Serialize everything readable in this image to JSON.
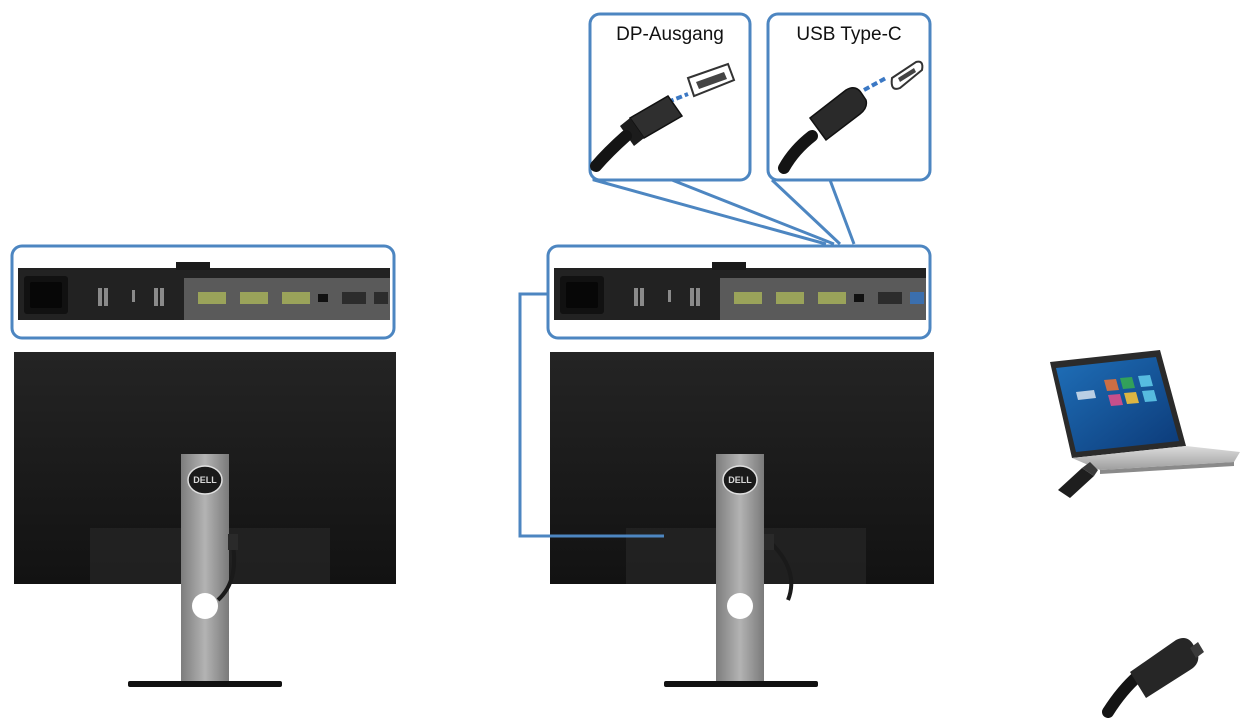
{
  "callouts": {
    "dp_out": {
      "label": "DP-Ausgang"
    },
    "usb_c": {
      "label": "USB Type-C"
    }
  },
  "monitors": {
    "left": {
      "brand": "DELL"
    },
    "right": {
      "brand": "DELL"
    }
  },
  "colors": {
    "callout_border": "#4d86c1",
    "panel": "#1b1b1b",
    "port_bar": "#222222",
    "stand": "#9a9a9a"
  },
  "icons": [
    "monitor-rear-icon",
    "port-strip-icon",
    "displayport-cable-icon",
    "usb-c-cable-icon",
    "laptop-icon",
    "usb-c-plug-icon"
  ]
}
